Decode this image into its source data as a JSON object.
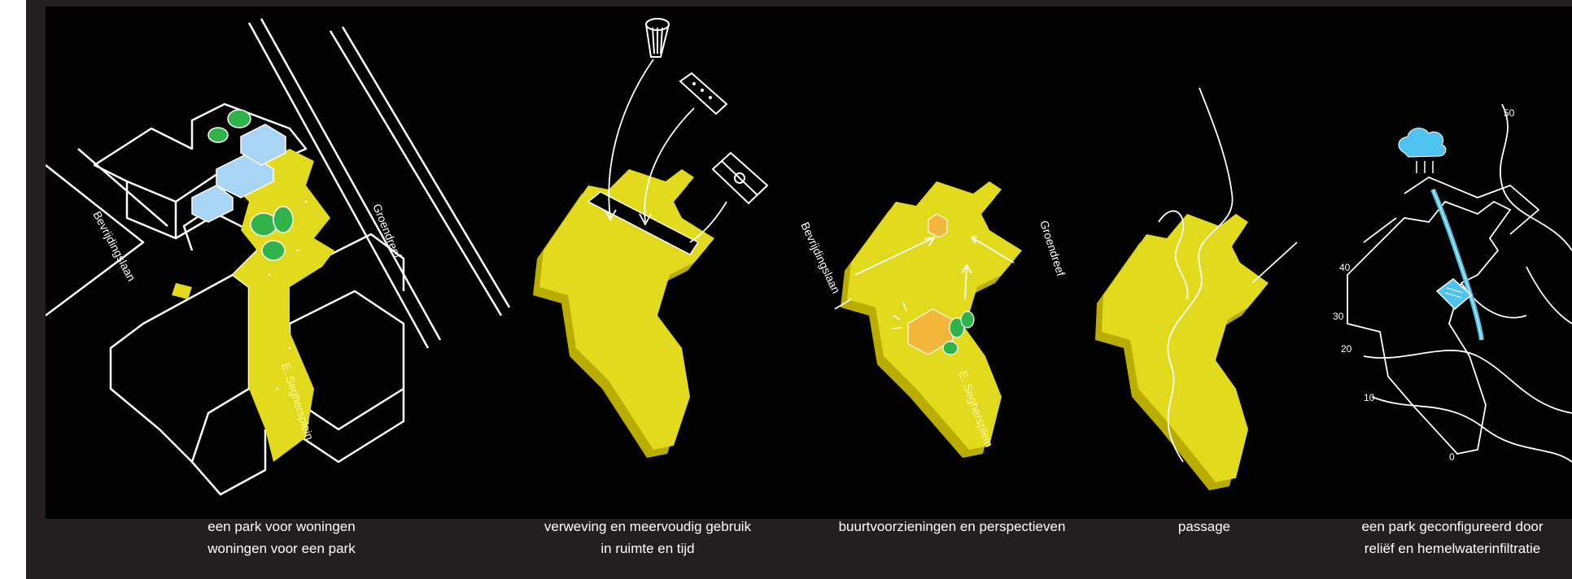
{
  "colors": {
    "frame": "#231f20",
    "panel": "#000000",
    "park_yellow": "#e2da1c",
    "park_yellow_edge": "#b8ad00",
    "lines": "#ffffff",
    "tree_green": "#2fb34a",
    "housing_blue": "#a8d4f5",
    "water_blue": "#4fc3f0",
    "facility_orange": "#f2b63a"
  },
  "panels": [
    {
      "id": "panel-1",
      "caption_lines": [
        "een park voor woningen",
        "woningen voor een park"
      ],
      "street_labels": [
        "Bevrijdingslaan",
        "Groendreef",
        "E. Seghersplein"
      ],
      "icons": [
        "tree-icon",
        "housing-block-icon",
        "park-icon"
      ]
    },
    {
      "id": "panel-2",
      "caption_lines": [
        "verweving en meervoudig gebruik",
        "in ruimte en tijd"
      ],
      "street_labels": [],
      "icons": [
        "stool-icon",
        "bench-icon",
        "sports-field-icon",
        "park-icon"
      ]
    },
    {
      "id": "panel-3",
      "caption_lines": [
        "buurtvoorzieningen en perspectieven"
      ],
      "street_labels": [
        "Bevrijdingslaan",
        "Groendreef",
        "E. Seghersplein"
      ],
      "icons": [
        "building-icon",
        "facility-icon",
        "tree-icon",
        "park-icon"
      ]
    },
    {
      "id": "panel-4",
      "caption_lines": [
        "passage"
      ],
      "street_labels": [],
      "icons": [
        "path-icon",
        "park-icon"
      ]
    },
    {
      "id": "panel-5",
      "caption_lines": [
        "een park geconfigureerd door",
        "reliëf en hemelwaterinfiltratie"
      ],
      "street_labels": [],
      "contour_labels": [
        "50",
        "40",
        "30",
        "20",
        "10",
        "0"
      ],
      "icons": [
        "cloud-icon",
        "water-channel-icon",
        "infiltration-icon"
      ]
    }
  ]
}
